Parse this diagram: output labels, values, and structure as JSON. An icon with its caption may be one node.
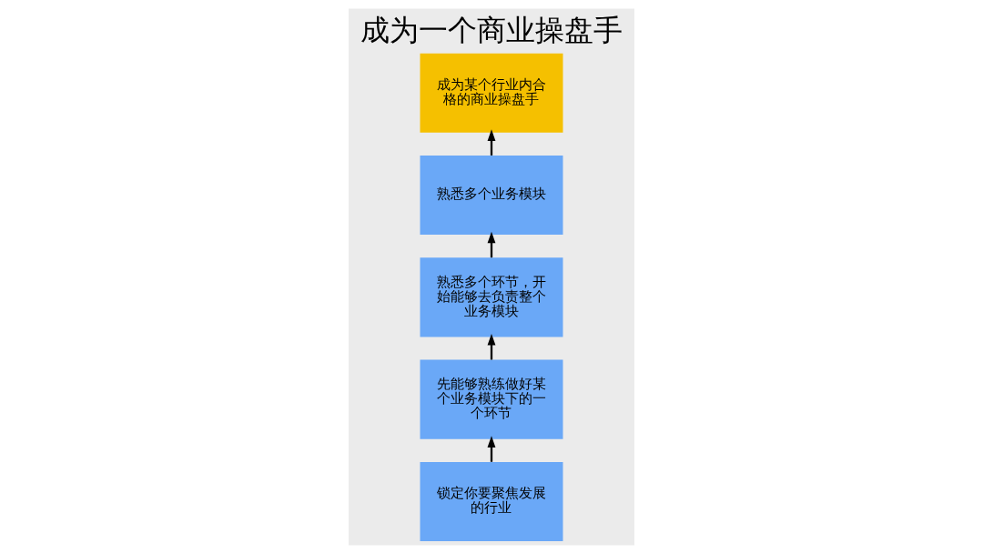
{
  "diagram": {
    "title": "成为一个商业操盘手",
    "nodes": [
      {
        "text": [
          "成为某个行业内合格的商业操盘手"
        ]
      },
      {
        "text": [
          "熟悉多个业务模块"
        ]
      },
      {
        "text": [
          "熟悉多个环节，开始能够去负责整个业务模块"
        ]
      },
      {
        "text": [
          "先能够熟练做好某个业务模块下的一个环节"
        ]
      },
      {
        "text": [
          "锁定你要聚焦发展的行业"
        ]
      }
    ],
    "edges": [
      {
        "from": 4,
        "to": 3,
        "arrow": "to"
      },
      {
        "from": 3,
        "to": 2,
        "arrow": "to"
      },
      {
        "from": 2,
        "to": 1,
        "arrow": "to"
      },
      {
        "from": 1,
        "to": 0,
        "arrow": "to"
      }
    ]
  }
}
